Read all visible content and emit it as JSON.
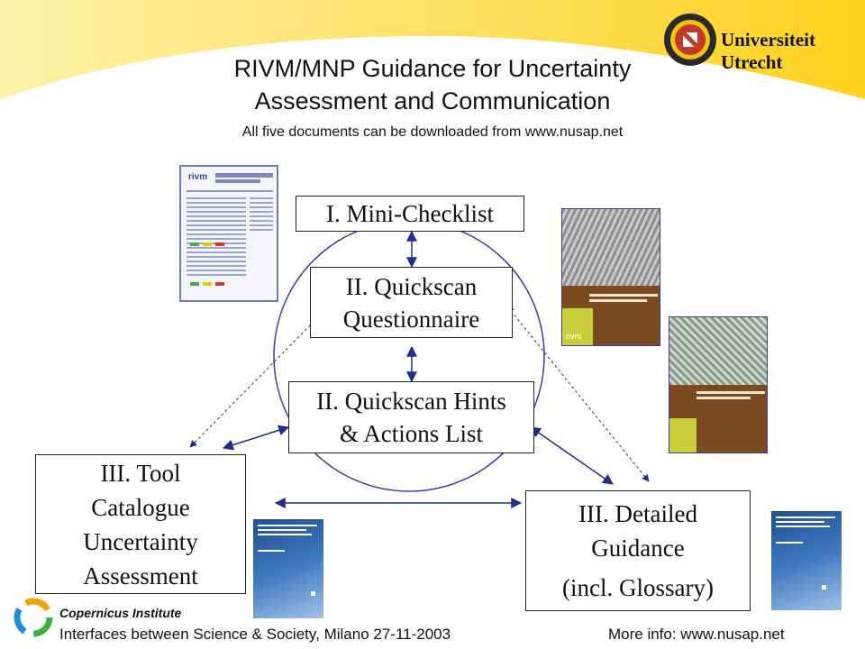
{
  "header": {
    "title_line1": "RIVM/MNP Guidance for Uncertainty",
    "title_line2": "Assessment and Communication",
    "subtitle": "All five documents can be downloaded from www.nusap.net",
    "university": "Universiteit Utrecht"
  },
  "diagram": {
    "box1": "I. Mini-Checklist",
    "box2_line1": "II. Quickscan",
    "box2_line2": "Questionnaire",
    "box3_line1": "II. Quickscan Hints",
    "box3_line2": "& Actions List",
    "box4_line1": "III. Tool",
    "box4_line2": "Catalogue",
    "box4_line3": "Uncertainty",
    "box4_line4": "Assessment",
    "box5_line1": "III. Detailed",
    "box5_line2": "Guidance",
    "box5_line3": "(incl. Glossary)"
  },
  "documents": {
    "checklist_brand": "rivm",
    "cover_brand": "rivm"
  },
  "footer": {
    "institute": "Copernicus Institute",
    "event": "Interfaces between Science & Society, Milano 27-11-2003",
    "more_info": "More info: www.nusap.net"
  },
  "colors": {
    "accent_yellow": "#ffd21e",
    "cover_green": "#c8cf3a",
    "cover_brown": "#7b4a1e",
    "cover_blue": "#1f4f8f"
  }
}
